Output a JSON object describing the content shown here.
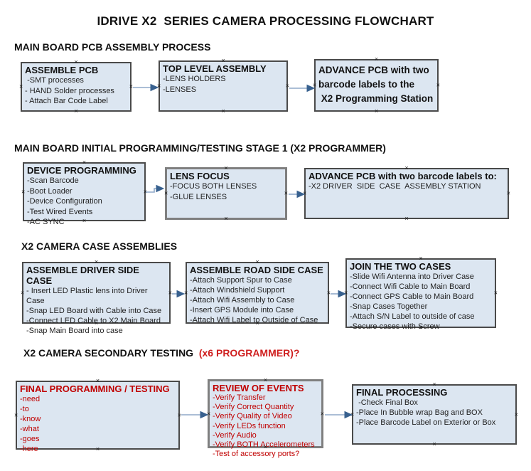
{
  "title": "IDRIVE X2  SERIES CAMERA PROCESSING FLOWCHART",
  "icons": {
    "anchor_x": "×"
  },
  "colors": {
    "box_fill": "#dce6f1",
    "box_border": "#4a4a4a",
    "arrow_line": "#8fa9c8",
    "arrow_head": "#38618f",
    "red_text": "#c00000"
  },
  "sections": [
    {
      "heading": "MAIN BOARD PCB ASSEMBLY PROCESS",
      "boxes": [
        {
          "title": "ASSEMBLE PCB",
          "items": [
            " -SMT processes",
            "- HAND Solder processes",
            "- Attach Bar Code Label"
          ]
        },
        {
          "title": "TOP LEVEL ASSEMBLY",
          "items": [
            "-LENS HOLDERS",
            "-LENSES"
          ]
        },
        {
          "title": "ADVANCE PCB with two\nbarcode labels to the\n X2 Programming Station",
          "items": []
        }
      ]
    },
    {
      "heading": "MAIN BOARD INITIAL PROGRAMMING/TESTING STAGE 1 (X2 PROGRAMMER)",
      "boxes": [
        {
          "title": "DEVICE PROGRAMMING",
          "items": [
            "-Scan Barcode",
            "-Boot Loader",
            "-Device Configuration",
            "-Test Wired Events",
            "-AC SYNC"
          ]
        },
        {
          "title": "LENS FOCUS",
          "items": [
            "-FOCUS BOTH LENSES",
            "-GLUE LENSES"
          ]
        },
        {
          "title": "ADVANCE PCB with two barcode labels to:",
          "items": [
            "-X2 DRIVER  SIDE  CASE  ASSEMBLY STATION"
          ]
        }
      ]
    },
    {
      "heading": "X2 CAMERA CASE ASSEMBLIES",
      "boxes": [
        {
          "title": "ASSEMBLE DRIVER SIDE CASE",
          "items": [
            "- Insert LED Plastic lens into Driver Case",
            "-Snap LED Board with Cable into Case",
            "-Connect LED Cable to X2 Main Board",
            "-Snap Main Board into case"
          ]
        },
        {
          "title": "ASSEMBLE ROAD SIDE CASE",
          "items": [
            "-Attach Support Spur to Case",
            "-Attach Windshield Support",
            "-Attach Wifi Assembly to Case",
            "-Insert GPS Module into Case",
            "-Attach Wifi Label to Outside of Case"
          ]
        },
        {
          "title": "JOIN THE TWO CASES",
          "items": [
            "-Slide Wifi Antenna into Driver Case",
            "-Connect Wifi Cable to Main Board",
            "-Connect GPS Cable to Main Board",
            "-Snap Cases Together",
            "-Attach S/N Label to outside of case",
            "-Secure cases with Screw"
          ]
        }
      ]
    },
    {
      "heading": "X2 CAMERA SECONDARY TESTING ",
      "heading_suffix": " (x6 PROGRAMMER)?",
      "boxes": [
        {
          "title": "FINAL PROGRAMMING / TESTING",
          "items": [
            "-need",
            "-to",
            "-know",
            "-what",
            "-goes",
            "-here"
          ]
        },
        {
          "title": "REVIEW OF EVENTS",
          "items": [
            "-Verify Transfer",
            "-Verify Correct Quantity",
            "-Verify Quality of Video",
            "-Verify LEDs function",
            "-Verify Audio",
            "-Verify BOTH Accelerometers",
            "-Test of accessory ports?"
          ]
        },
        {
          "title": "FINAL PROCESSING",
          "items": [
            " -Check Final Box",
            "-Place In Bubble wrap Bag and BOX",
            "-Place Barcode Label on Exterior or Box"
          ]
        }
      ]
    }
  ]
}
